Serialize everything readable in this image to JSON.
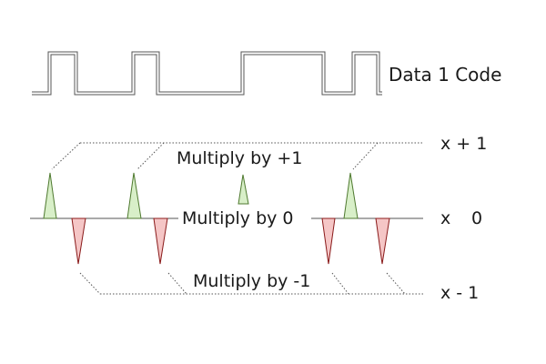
{
  "code_label": "Data 1 Code",
  "labels": {
    "multiply_plus": "Multiply by +1",
    "multiply_zero": "Multiply by 0",
    "multiply_minus": "Multiply by -1"
  },
  "levels": {
    "plus": "x + 1",
    "zero_x": "x",
    "zero_val": "0",
    "minus": "x - 1"
  },
  "colors": {
    "line": "#555555",
    "positive_fill": "#d8efc8",
    "positive_stroke": "#4f7a30",
    "negative_fill": "#f5c6c6",
    "negative_stroke": "#8a1a1a"
  }
}
